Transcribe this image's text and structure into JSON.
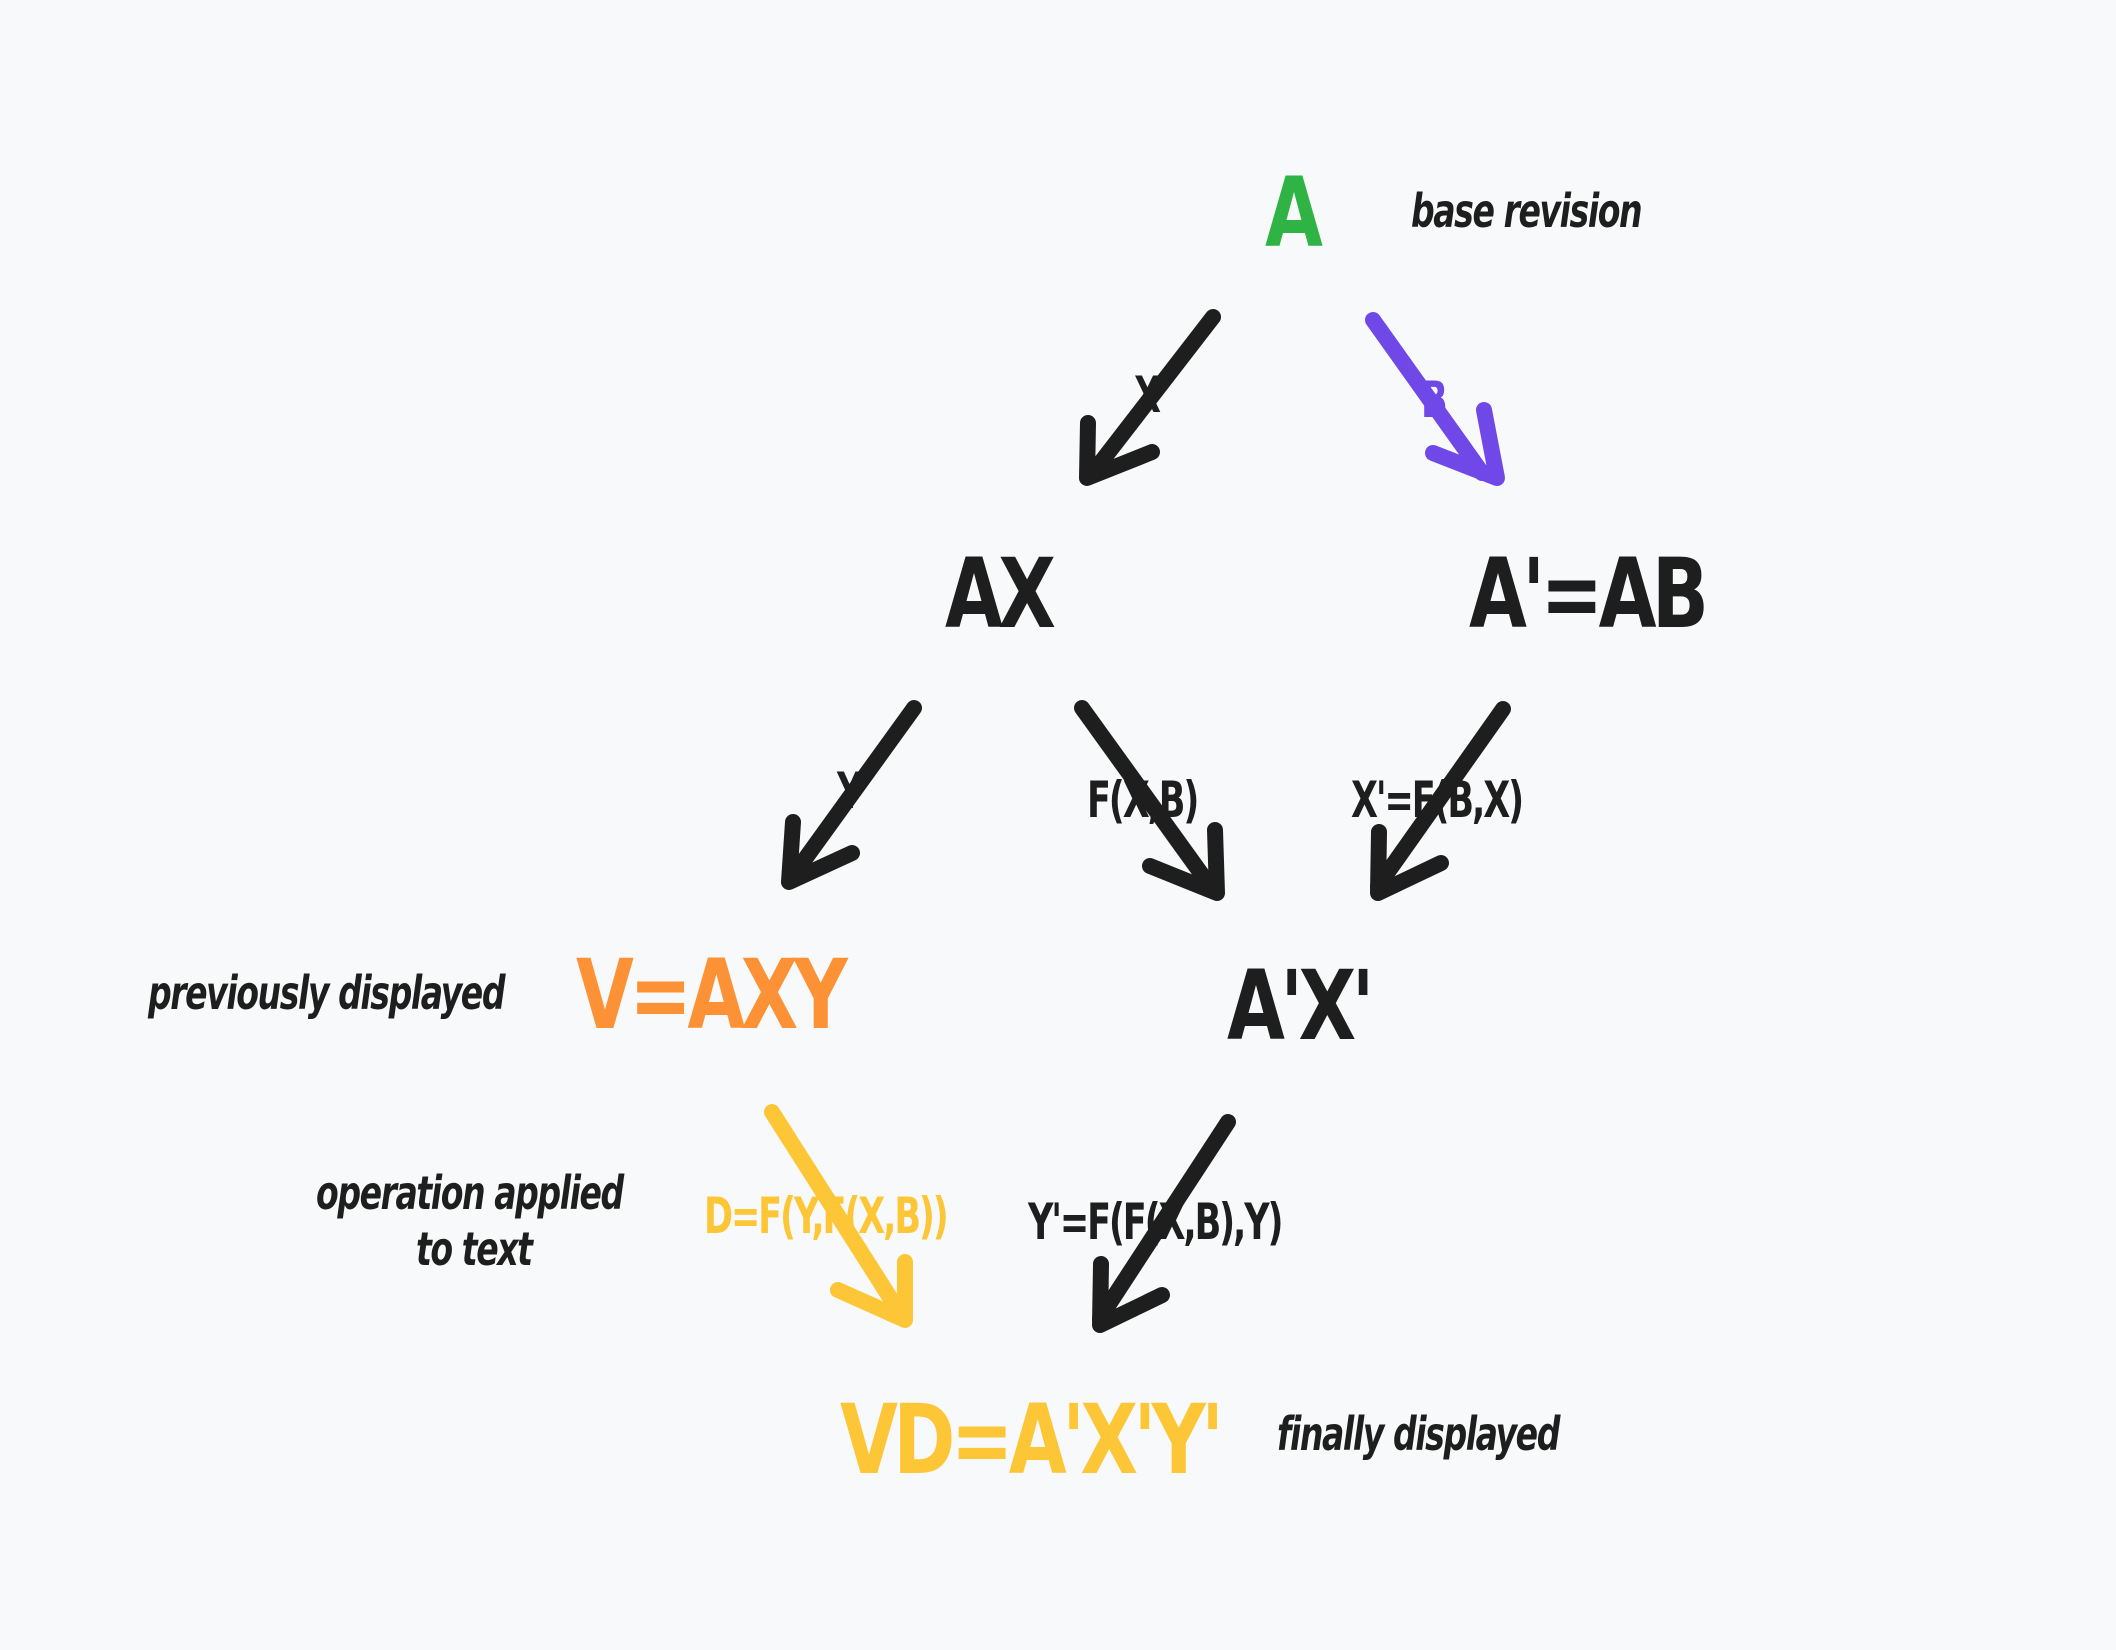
{
  "colors": {
    "ink": "#1e1e1e",
    "green": "#2fb344",
    "purple": "#7048e8",
    "orange": "#fd9135",
    "yellow": "#fcc636",
    "background": "#f8f9fa"
  },
  "nodes": {
    "a": "A",
    "ax": "AX",
    "ab": "A'=AB",
    "v": "V=AXY",
    "axp": "A'X'",
    "vd": "VD=A'X'Y'"
  },
  "edges": {
    "x": "X",
    "b": "B",
    "y": "Y",
    "fxb": "F(X,B)",
    "xprime": "X'=F(B,X)",
    "d": "D=F(Y,F(X,B))",
    "yprime": "Y'=F(F(X,B),Y)"
  },
  "annotations": {
    "base_revision": "base revision",
    "previously_displayed": "previously displayed",
    "operation_line1": "operation applied",
    "operation_line2": "to text",
    "finally_displayed": "finally displayed"
  }
}
